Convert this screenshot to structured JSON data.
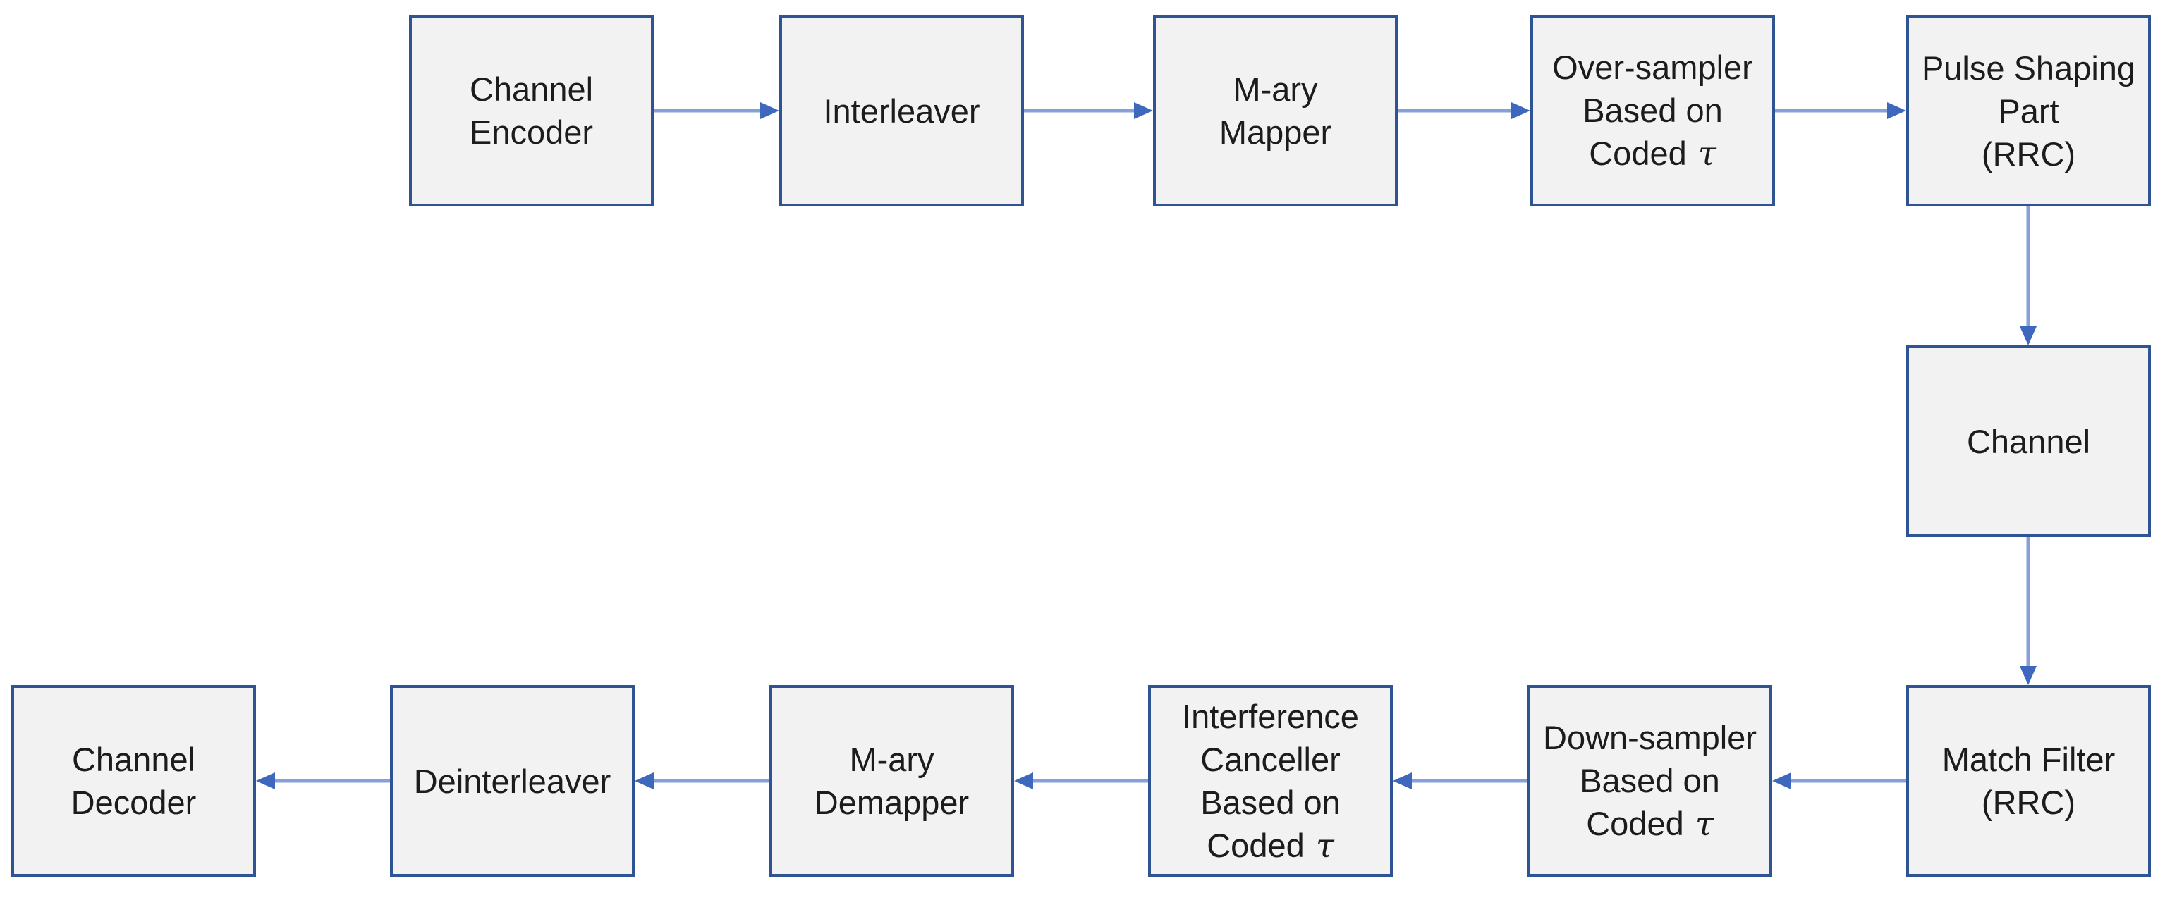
{
  "colors": {
    "background": "#ffffff",
    "box_fill": "#f2f2f2",
    "box_border": "#2e5493",
    "arrow_shaft": "#87a0d9",
    "arrow_head": "#3d68bd",
    "text": "#1c1c1c"
  },
  "tau_symbol": "τ",
  "nodes": {
    "channel_encoder": {
      "line1": "Channel",
      "line2": "Encoder"
    },
    "interleaver": {
      "line1": "Interleaver"
    },
    "mary_mapper": {
      "line1": "M-ary",
      "line2": "Mapper"
    },
    "over_sampler": {
      "line1": "Over-sampler",
      "line2": "Based on",
      "line3": "Coded"
    },
    "pulse_shaping": {
      "line1": "Pulse Shaping",
      "line2": "Part",
      "line3": "(RRC)"
    },
    "channel": {
      "line1": "Channel"
    },
    "match_filter": {
      "line1": "Match Filter",
      "line2": "(RRC)"
    },
    "down_sampler": {
      "line1": "Down-sampler",
      "line2": "Based on",
      "line3": "Coded"
    },
    "interference_canceller": {
      "line1": "Interference",
      "line2": "Canceller",
      "line3": "Based on",
      "line4": "Coded"
    },
    "mary_demapper": {
      "line1": "M-ary",
      "line2": "Demapper"
    },
    "deinterleaver": {
      "line1": "Deinterleaver"
    },
    "channel_decoder": {
      "line1": "Channel",
      "line2": "Decoder"
    }
  }
}
